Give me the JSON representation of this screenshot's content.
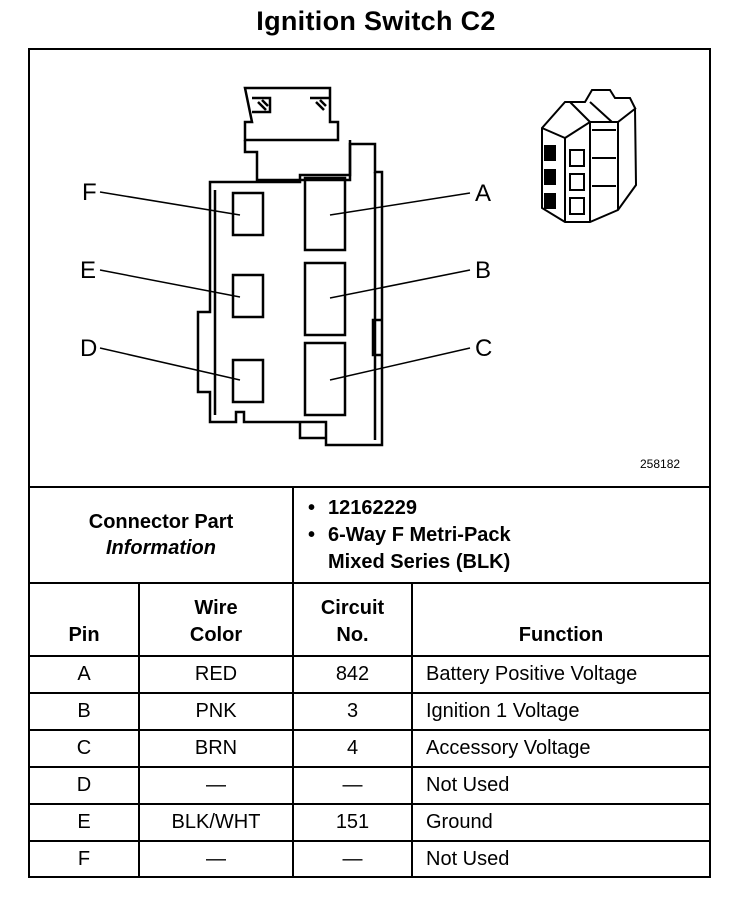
{
  "title": "Ignition Switch C2",
  "figure": {
    "number": "258182",
    "pin_labels": [
      "F",
      "E",
      "D",
      "A",
      "B",
      "C"
    ]
  },
  "connector_info": {
    "label_line1": "Connector Part",
    "label_line2": "Information",
    "items": [
      "12162229",
      "6-Way F Metri-Pack",
      "Mixed Series (BLK)"
    ]
  },
  "pin_table": {
    "headers": {
      "pin": "Pin",
      "wire_color_1": "Wire",
      "wire_color_2": "Color",
      "circuit_1": "Circuit",
      "circuit_2": "No.",
      "function": "Function"
    },
    "rows": [
      {
        "pin": "A",
        "wire": "RED",
        "circuit": "842",
        "function": "Battery Positive Voltage"
      },
      {
        "pin": "B",
        "wire": "PNK",
        "circuit": "3",
        "function": "Ignition 1 Voltage"
      },
      {
        "pin": "C",
        "wire": "BRN",
        "circuit": "4",
        "function": "Accessory Voltage"
      },
      {
        "pin": "D",
        "wire": "—",
        "circuit": "—",
        "function": "Not Used"
      },
      {
        "pin": "E",
        "wire": "BLK/WHT",
        "circuit": "151",
        "function": "Ground"
      },
      {
        "pin": "F",
        "wire": "—",
        "circuit": "—",
        "function": "Not Used"
      }
    ]
  }
}
